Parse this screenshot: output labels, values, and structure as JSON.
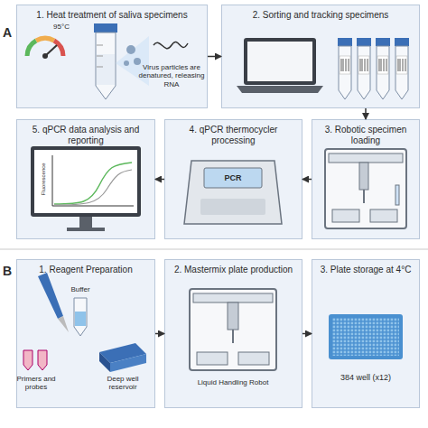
{
  "diagram": {
    "nodes": [
      {
        "text": [
          "1. Heat treatment of saliva specimens"
        ]
      },
      {
        "text": [
          "2. Sorting and tracking specimens"
        ]
      },
      {
        "text": [
          "3. Robotic specimen loading"
        ]
      },
      {
        "text": [
          "4. qPCR thermocycler processing"
        ]
      },
      {
        "text": [
          "5. qPCR data analysis and reporting"
        ]
      },
      {
        "text": [
          "1. Reagent Preparation"
        ]
      },
      {
        "text": [
          "2. Mastermix plate production"
        ]
      },
      {
        "text": [
          "3. Plate storage at 4°C"
        ]
      }
    ],
    "edges": [
      {
        "from": 0,
        "to": 1,
        "arrow": "to"
      },
      {
        "from": 1,
        "to": 2,
        "arrow": "to"
      },
      {
        "from": 2,
        "to": 3,
        "arrow": "to"
      },
      {
        "from": 3,
        "to": 4,
        "arrow": "to"
      },
      {
        "from": 5,
        "to": 6,
        "arrow": "to"
      },
      {
        "from": 6,
        "to": 7,
        "arrow": "to"
      }
    ],
    "labels": [
      "A",
      "95°C",
      "Virus particles are denatured, releasing RNA",
      "PCR",
      "Fluorescence",
      "B",
      "Buffer",
      "Primers and probes",
      "Deep well reservoir",
      "Liquid Handling Robot",
      "384 well (x12)"
    ]
  }
}
